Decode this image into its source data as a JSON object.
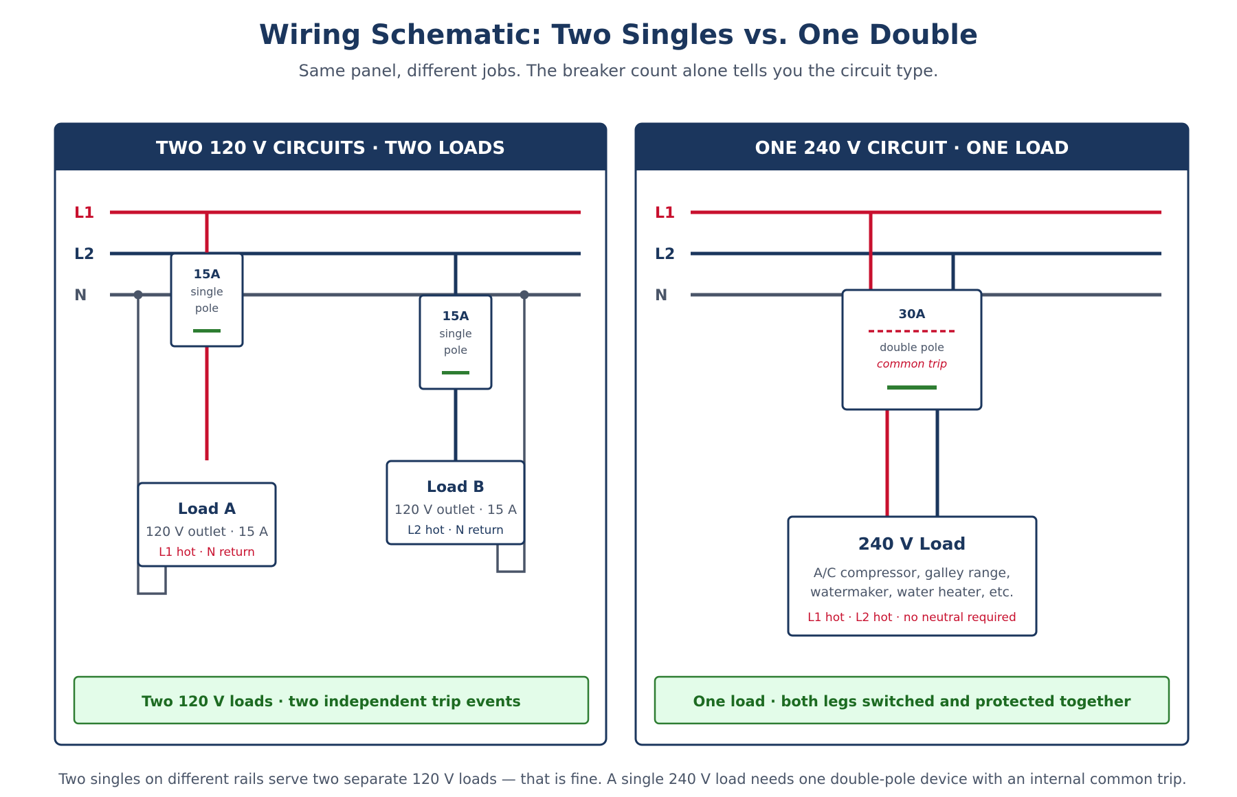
{
  "header": {
    "title": "Wiring Schematic: Two Singles vs. One Double",
    "subtitle": "Same panel, different jobs. The breaker count alone tells you the circuit type."
  },
  "colors": {
    "navy": "#1b365d",
    "l1_red": "#c8102e",
    "neutral_gray": "#4a5568",
    "handle_green": "#2e7d32",
    "note_fill": "#e3fce9",
    "note_text": "#1d6b22"
  },
  "rails": {
    "l1": "L1",
    "l2": "L2",
    "n": "N"
  },
  "left_panel": {
    "header": "TWO 120 V CIRCUITS · TWO LOADS",
    "breaker_a": {
      "amp": "15A",
      "line1": "single",
      "line2": "pole"
    },
    "breaker_b": {
      "amp": "15A",
      "line1": "single",
      "line2": "pole"
    },
    "load_a": {
      "title": "Load A",
      "desc": "120 V outlet · 15 A",
      "wiring": "L1 hot · N return"
    },
    "load_b": {
      "title": "Load B",
      "desc": "120 V outlet · 15 A",
      "wiring": "L2 hot · N return"
    },
    "note": "Two 120 V loads · two independent trip events"
  },
  "right_panel": {
    "header": "ONE 240 V CIRCUIT · ONE LOAD",
    "breaker": {
      "amp": "30A",
      "line1": "double pole",
      "line2": "common trip"
    },
    "load": {
      "title": "240 V Load",
      "desc_line1": "A/C compressor, galley range,",
      "desc_line2": "watermaker, water heater, etc.",
      "wiring": "L1 hot · L2 hot · no neutral required"
    },
    "note": "One load · both legs switched and protected together"
  },
  "caption": "Two singles on different rails serve two separate 120 V loads — that is fine. A single 240 V load needs one double-pole device with an internal common trip."
}
